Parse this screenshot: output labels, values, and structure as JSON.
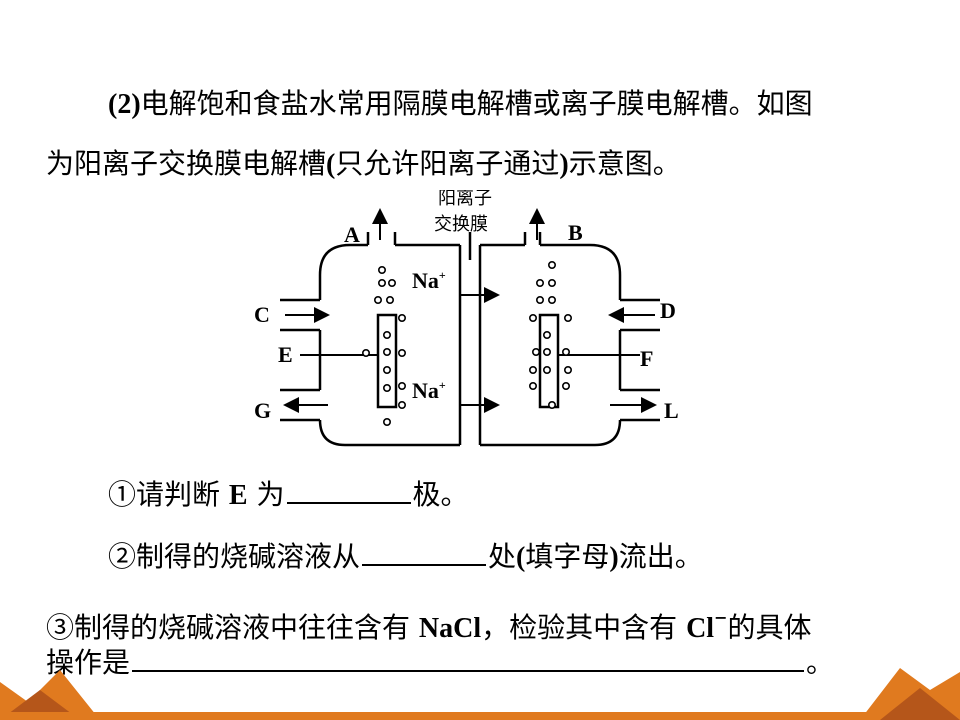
{
  "question": {
    "line1_num": "(2)",
    "line1_text": "电解饱和食盐水常用隔膜电解槽或离子膜电解槽。如图",
    "line2_a": "为阳离子交换膜电解槽",
    "line2_b": "(",
    "line2_c": "只允许阳离子通过",
    "line2_d": ")",
    "line2_e": "示意图。"
  },
  "diagram": {
    "membrane_label_1": "阳离子",
    "membrane_label_2": "交换膜",
    "labels": {
      "A": "A",
      "B": "B",
      "C": "C",
      "D": "D",
      "E": "E",
      "F": "F",
      "G": "G",
      "L": "L"
    },
    "ion": "Na",
    "ion_charge": "+"
  },
  "sub1": {
    "prefix": "①请判断",
    "letter": "E",
    "mid": "为",
    "suffix": "极。"
  },
  "sub2": {
    "prefix": "②制得的烧碱溶液从",
    "suffix_a": "处",
    "p1": "(",
    "fill": "填字母",
    "p2": ")",
    "suffix_b": "流出。"
  },
  "sub3": {
    "prefix": "③制得的烧碱溶液中往往含有",
    "chem1": "NaCl",
    "mid": "，检验其中含有",
    "chem2": "Cl",
    "charge": "−",
    "suffix": "的具体",
    "line2_prefix": "操作是",
    "end": "。"
  },
  "colors": {
    "footer_orange": "#e07a1f",
    "footer_dark": "#b5561a"
  }
}
